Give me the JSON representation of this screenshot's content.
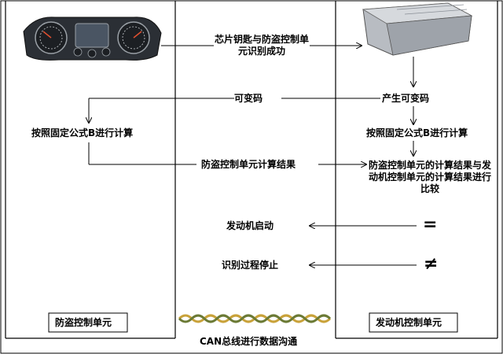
{
  "labels": {
    "chip_key_recognized": "芯片钥匙与防盗控制单元识别成功",
    "variable_code": "可变码",
    "generate_variable_code": "产生可变码",
    "calc_formula_left": "按照固定公式B进行计算",
    "calc_formula_right": "按照固定公式B进行计算",
    "immo_calc_result": "防盗控制单元计算结果",
    "compare_results": "防盗控制单元的计算结果与发动机控制单元的计算结果进行比较",
    "engine_start": "发动机启动",
    "identification_stop": "识别过程停止",
    "equal_sign": "=",
    "not_equal_sign": "≠",
    "immobilizer_unit": "防盗控制单元",
    "engine_control_unit": "发动机控制单元",
    "can_bus": "CAN总线进行数据沟通"
  },
  "colors": {
    "line": "#000000",
    "panel_border": "#000000",
    "cluster_body": "#2b2f35",
    "ecu_body": "#b8bcc2",
    "can_wire_a": "#c9a23a",
    "can_wire_b": "#6b7a35"
  }
}
